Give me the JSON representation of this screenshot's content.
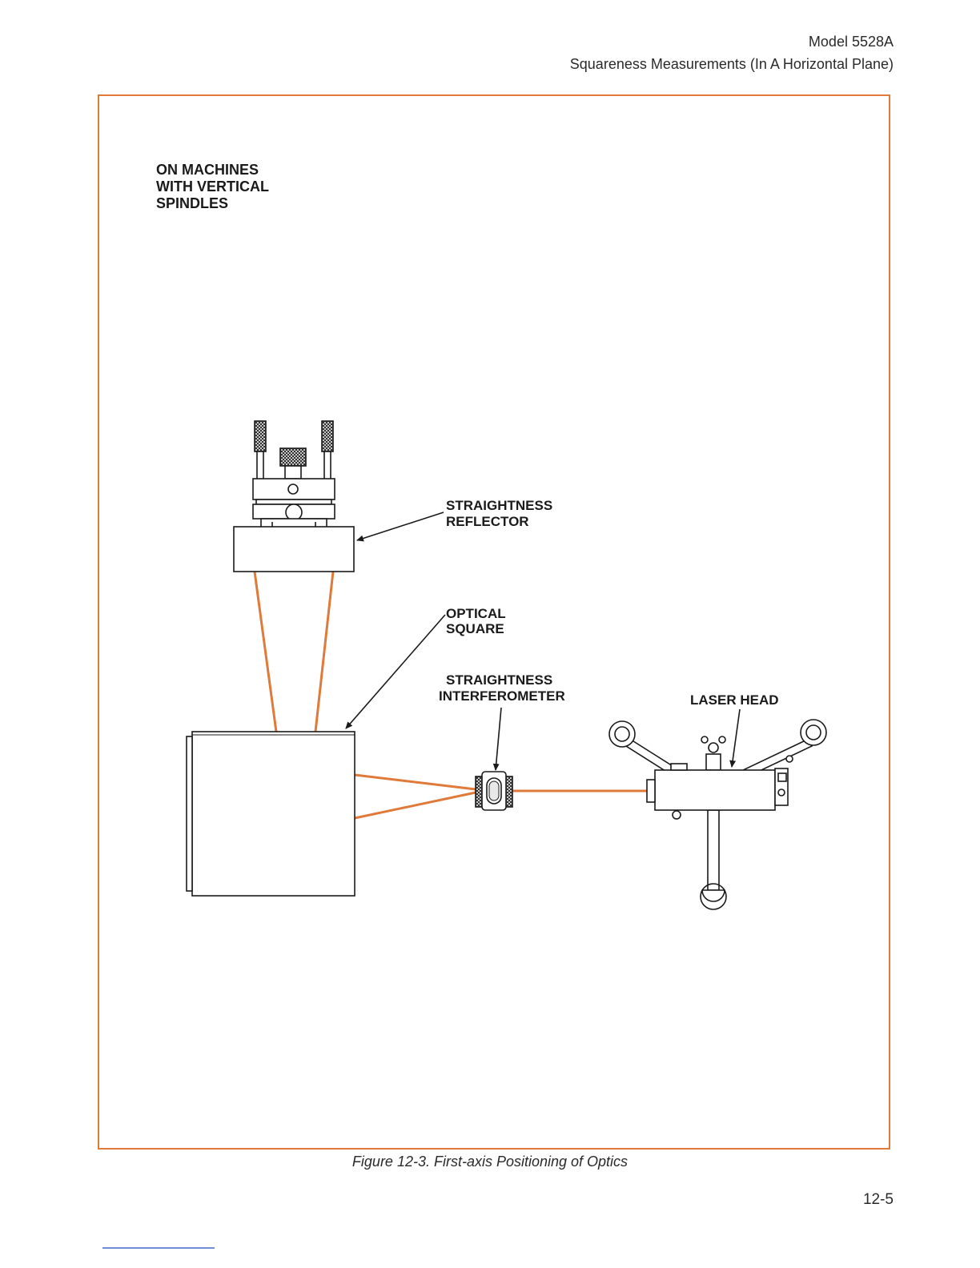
{
  "header": {
    "model": "Model 5528A",
    "section": "Squareness Measurements (In A Horizontal Plane)"
  },
  "intro_lines": [
    "ON MACHINES",
    "WITH VERTICAL",
    "SPINDLES"
  ],
  "labels": {
    "reflector": [
      "STRAIGHTNESS",
      "REFLECTOR"
    ],
    "optical_square": [
      "OPTICAL",
      "SQUARE"
    ],
    "interferometer": [
      "STRAIGHTNESS",
      "INTERFEROMETER"
    ],
    "laser_head": "LASER HEAD"
  },
  "caption": "Figure 12-3. First-axis Positioning of Optics",
  "page_number": "12-5",
  "colors": {
    "frame": "#e07a3a",
    "beam": "#e07a3a",
    "ink": "#1a1a1a"
  },
  "icons": [
    "straightness-reflector-icon",
    "optical-square-icon",
    "interferometer-icon",
    "laser-head-icon"
  ]
}
